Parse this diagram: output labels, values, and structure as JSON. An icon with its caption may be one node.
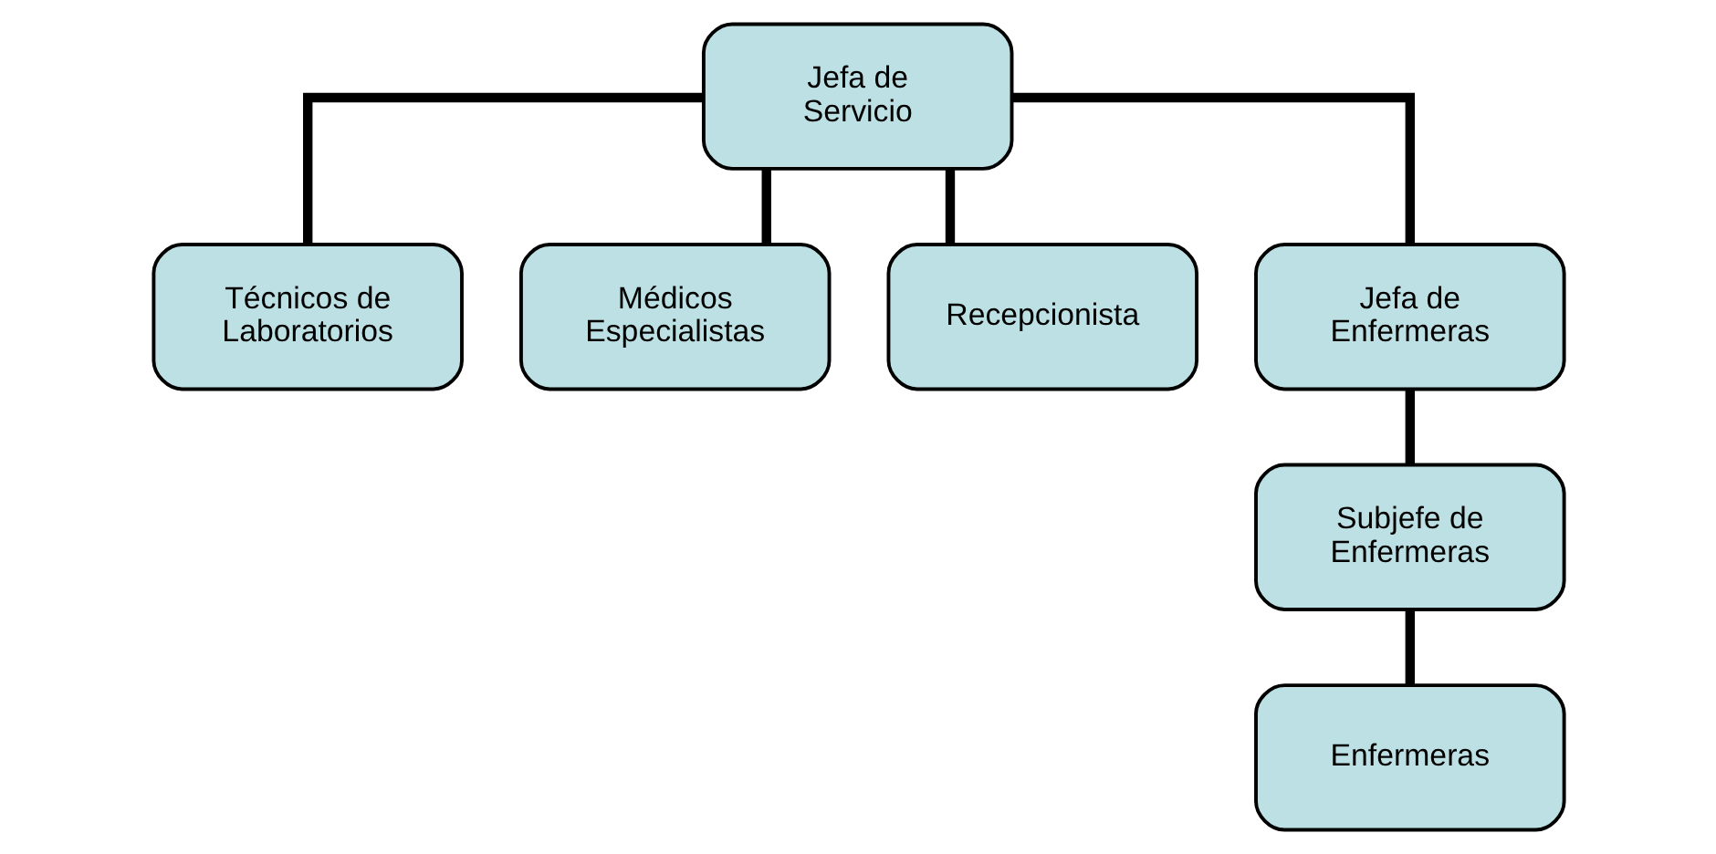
{
  "diagram": {
    "nodes": [
      {
        "text": [
          "Jefa de Servicio"
        ]
      },
      {
        "text": [
          "Técnicos de Laboratorios"
        ]
      },
      {
        "text": [
          "Médicos Especialistas"
        ]
      },
      {
        "text": [
          "Recepcionista"
        ]
      },
      {
        "text": [
          "Jefa de Enfermeras"
        ]
      },
      {
        "text": [
          "Subjefe de Enfermeras"
        ]
      },
      {
        "text": [
          "Enfermeras"
        ]
      }
    ],
    "edges": [
      {
        "from": 0,
        "to": 1,
        "arrow": "none"
      },
      {
        "from": 0,
        "to": 2,
        "arrow": "none"
      },
      {
        "from": 0,
        "to": 3,
        "arrow": "none"
      },
      {
        "from": 0,
        "to": 4,
        "arrow": "none"
      },
      {
        "from": 4,
        "to": 5,
        "arrow": "none"
      },
      {
        "from": 5,
        "to": 6,
        "arrow": "none"
      }
    ]
  }
}
